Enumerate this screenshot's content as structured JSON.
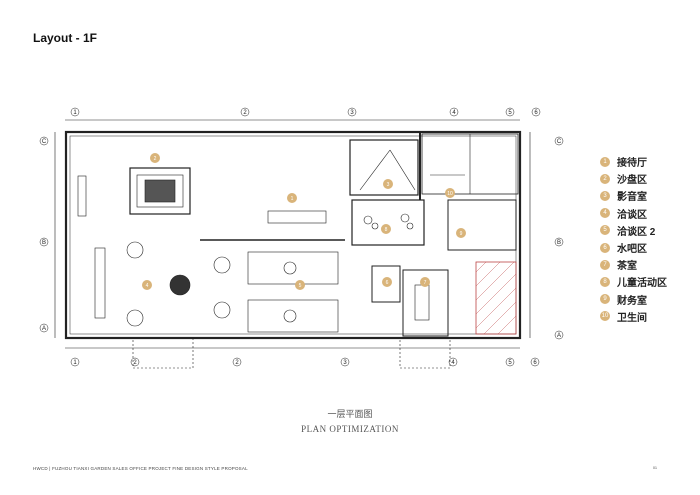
{
  "title": "Layout - 1F",
  "legend": [
    {
      "num": "1",
      "label": "接待厅"
    },
    {
      "num": "2",
      "label": "沙盘区"
    },
    {
      "num": "3",
      "label": "影音室"
    },
    {
      "num": "4",
      "label": "洽谈区"
    },
    {
      "num": "5",
      "label": "洽谈区 2"
    },
    {
      "num": "6",
      "label": "水吧区"
    },
    {
      "num": "7",
      "label": "茶室"
    },
    {
      "num": "8",
      "label": "儿童活动区"
    },
    {
      "num": "9",
      "label": "财务室"
    },
    {
      "num": "10",
      "label": "卫生间"
    }
  ],
  "marker_color": "#d9b47a",
  "grid_columns_top": [
    "1",
    "2",
    "3",
    "4",
    "5",
    "6"
  ],
  "grid_columns_bottom": [
    "1",
    "2",
    "2",
    "3",
    "4",
    "5",
    "6"
  ],
  "grid_rows": [
    "C",
    "B",
    "A"
  ],
  "caption_cn": "一层平面图",
  "caption_en": "PLAN OPTIMIZATION",
  "footer": "HWCD | FUZHOU TIANXI GARDEN SALES OFFICE PROJECT FINE DESIGN STYLE PROPOSAL",
  "page_number": "01"
}
